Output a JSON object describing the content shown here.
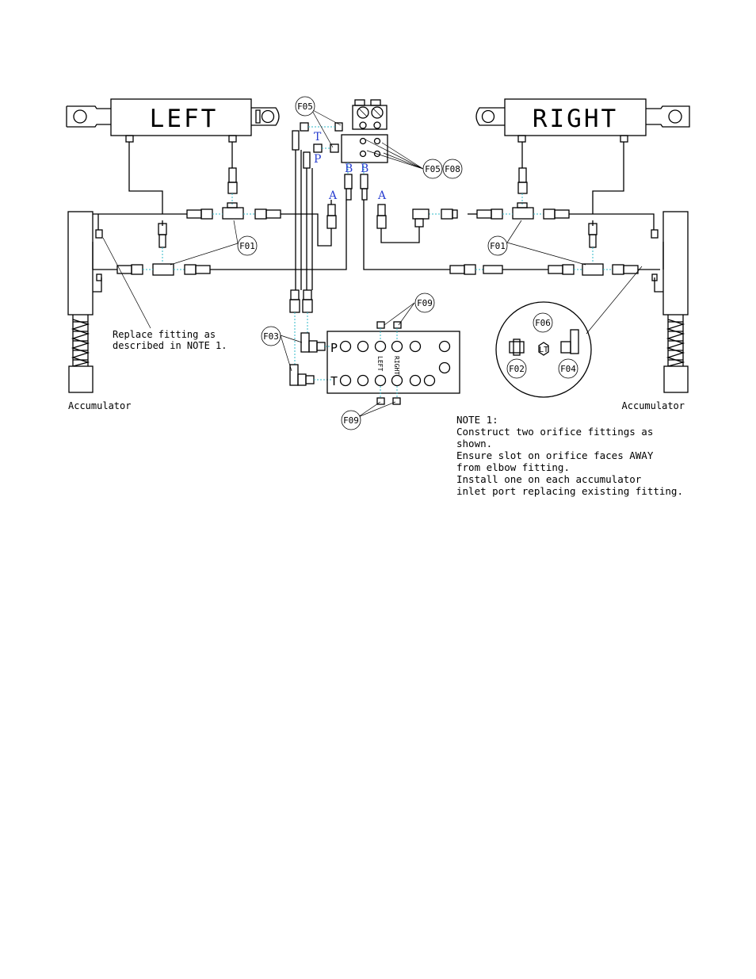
{
  "cylinders": {
    "left_label": "LEFT",
    "right_label": "RIGHT"
  },
  "accumulators": {
    "left_label": "Accumulator",
    "right_label": "Accumulator"
  },
  "callouts": {
    "f01_a": "F01",
    "f01_b": "F01",
    "f03": "F03",
    "f05_top": "F05",
    "f05_side": "F05",
    "f08": "F08",
    "f09_top": "F09",
    "f09_bottom": "F09",
    "f06": "F06",
    "f02": "F02",
    "f04": "F04"
  },
  "ports": {
    "t": "T",
    "p": "P",
    "b1": "B",
    "b2": "B",
    "a1": "A",
    "a2": "A"
  },
  "manifold": {
    "p": "P",
    "t": "T",
    "col_left": "LEFT",
    "col_right": "RIGHT"
  },
  "replace_note": {
    "line1": "Replace fitting as",
    "line2": "described in NOTE 1."
  },
  "detail": {
    "center": "LT"
  },
  "note": {
    "title": "NOTE 1:",
    "line1": "Construct two orifice fittings as",
    "line2": "shown.",
    "line3": "Ensure slot on orifice faces AWAY",
    "line4": "from elbow fitting.",
    "line5": "Install one on each accumulator",
    "line6": "inlet port replacing existing fitting."
  }
}
